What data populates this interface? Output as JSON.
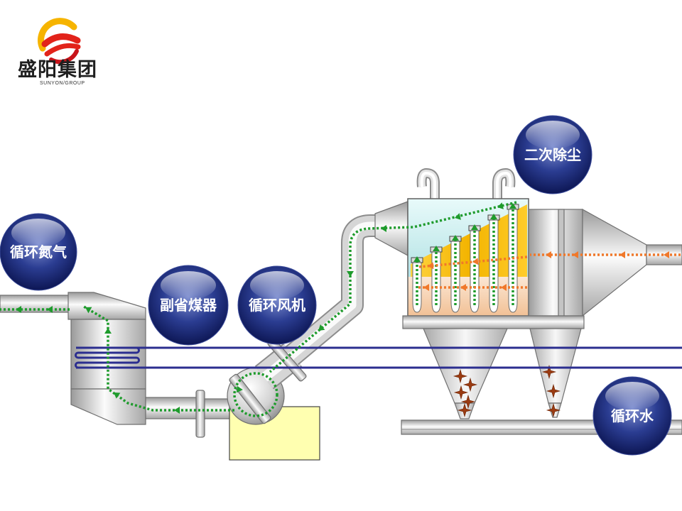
{
  "logo": {
    "brand": "盛阳集团",
    "subtitle": "SUNYON/GROUP"
  },
  "labels": {
    "circulating_nitrogen": "循环氮气",
    "auxiliary_economizer": "副省煤器",
    "circulating_fan": "循环风机",
    "secondary_dust_removal": "二次除尘",
    "circulating_water": "循环水"
  },
  "colors": {
    "label_ball": "#1b2a7a",
    "green_flow": "#1e9b2c",
    "orange_flow": "#f0782a",
    "water_line": "#2b2e8f",
    "filter_zone": "#f5b800"
  }
}
